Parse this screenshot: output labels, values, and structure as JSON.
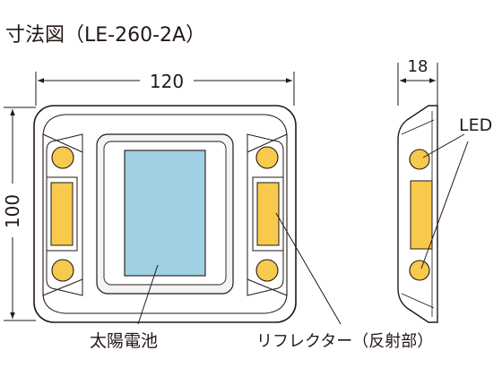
{
  "title": "寸法図（LE-260-2A）",
  "dimensions": {
    "width": "120",
    "height": "100",
    "depth": "18"
  },
  "labels": {
    "solar_cell": "太陽電池",
    "reflector": "リフレクター（反射部）",
    "led": "LED"
  },
  "colors": {
    "outline": "#231815",
    "body_fill": "#ffffff",
    "inner_panel": "#f2f2f2",
    "solar_cell_fill": "#9fd0e4",
    "led_fill": "#f7c94d",
    "reflector_fill": "#f7c94d"
  }
}
